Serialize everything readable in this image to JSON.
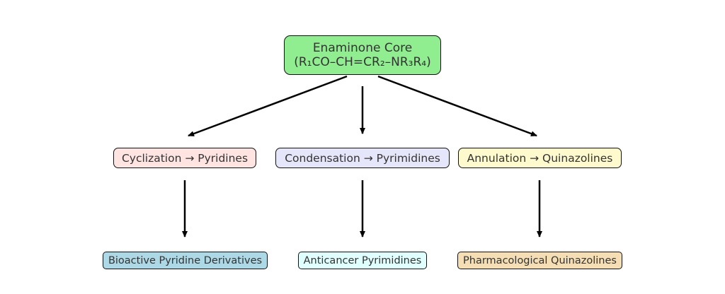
{
  "root": {
    "line1": "Enaminone Core",
    "line2": "(R₁CO–CH=CR₂–NR₃R₄)",
    "color": "#90ee90"
  },
  "reactions": [
    {
      "label": "Cyclization → Pyridines",
      "color": "#ffe4e1"
    },
    {
      "label": "Condensation → Pyrimidines",
      "color": "#e6e6fa"
    },
    {
      "label": "Annulation → Quinazolines",
      "color": "#fffacd"
    }
  ],
  "products": [
    {
      "label": "Bioactive Pyridine Derivatives",
      "color": "#add8e6"
    },
    {
      "label": "Anticancer Pyrimidines",
      "color": "#e0ffff"
    },
    {
      "label": "Pharmacological Quinazolines",
      "color": "#f5deb3"
    }
  ],
  "edges": [
    {
      "from": "root",
      "to": "reactions.0"
    },
    {
      "from": "root",
      "to": "reactions.1"
    },
    {
      "from": "root",
      "to": "reactions.2"
    },
    {
      "from": "reactions.0",
      "to": "products.0"
    },
    {
      "from": "reactions.1",
      "to": "products.1"
    },
    {
      "from": "reactions.2",
      "to": "products.2"
    }
  ]
}
